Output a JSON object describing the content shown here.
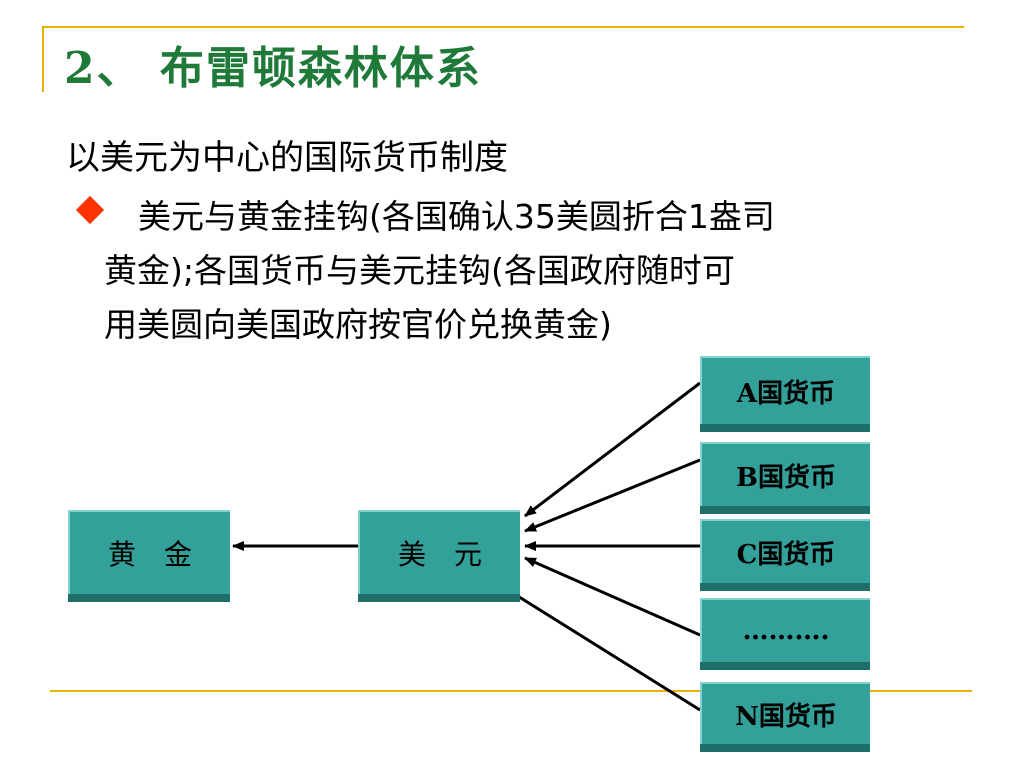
{
  "title": "2、 布雷顿森林体系",
  "subtitle": "以美元为中心的国际货币制度",
  "bullet": {
    "line1": "美元与黄金挂钩(各国确认35美圆折合1盎司",
    "line2": "黄金);各国货币与美元挂钩(各国政府随时可",
    "line3": "用美圆向美国政府按官价兑换黄金)"
  },
  "diagram": {
    "gold": "黄　金",
    "dollar": "美　元",
    "currencies": [
      "A国货币",
      "B国货币",
      "C国货币",
      "……….",
      "N国货币"
    ]
  },
  "colors": {
    "title": "#1F7A3A",
    "accent_line": "#E6B400",
    "bullet": "#FF3300",
    "box_fill": "#33A09A"
  }
}
